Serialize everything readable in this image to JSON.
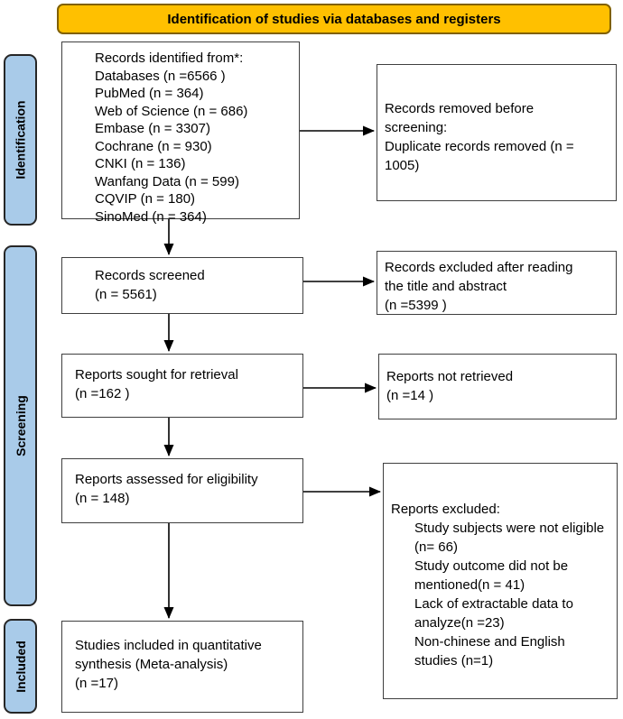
{
  "banner": {
    "title": "Identification of studies via databases and registers"
  },
  "sidebar": {
    "stages": [
      {
        "label": "Identification"
      },
      {
        "label": "Screening"
      },
      {
        "label": "Included"
      }
    ]
  },
  "flow": {
    "identified": {
      "lines": [
        "Records identified from*:",
        "Databases (n =6566 )",
        "PubMed (n = 364)",
        "Web of Science (n = 686)",
        "Embase (n = 3307)",
        "Cochrane (n = 930)",
        "CNKI (n = 136)",
        "Wanfang Data (n = 599)",
        "CQVIP (n = 180)",
        "SinoMed (n = 364)"
      ]
    },
    "records_removed": {
      "lines": [
        "Records removed before screening:",
        "Duplicate records removed  (n = 1005)"
      ]
    },
    "records_screened": {
      "lines": [
        "Records screened",
        "(n = 5561)"
      ]
    },
    "records_excluded": {
      "lines": [
        "Records excluded after reading the title and abstract",
        "(n =5399 )"
      ]
    },
    "reports_sought": {
      "lines": [
        "Reports sought for retrieval",
        "(n =162 )"
      ]
    },
    "reports_not_retrieved": {
      "lines": [
        "Reports not retrieved",
        "(n =14 )"
      ]
    },
    "reports_assessed": {
      "lines": [
        "Reports assessed for eligibility",
        "(n = 148)"
      ]
    },
    "reports_excluded": {
      "heading": "Reports excluded:",
      "items": [
        "Study subjects were not eligible (n= 66)",
        "Study outcome did not be mentioned(n = 41)",
        "Lack of extractable data to analyze(n =23)",
        "Non-chinese and English studies (n=1)"
      ]
    },
    "studies_included": {
      "lines": [
        "Studies included in quantitative synthesis (Meta-analysis)",
        "(n =17)"
      ]
    }
  },
  "colors": {
    "banner_fill": "#FFC000",
    "banner_border": "#806000",
    "stage_fill": "#A9CBE9",
    "box_border": "#3F3F3F",
    "arrow": "#000000"
  }
}
